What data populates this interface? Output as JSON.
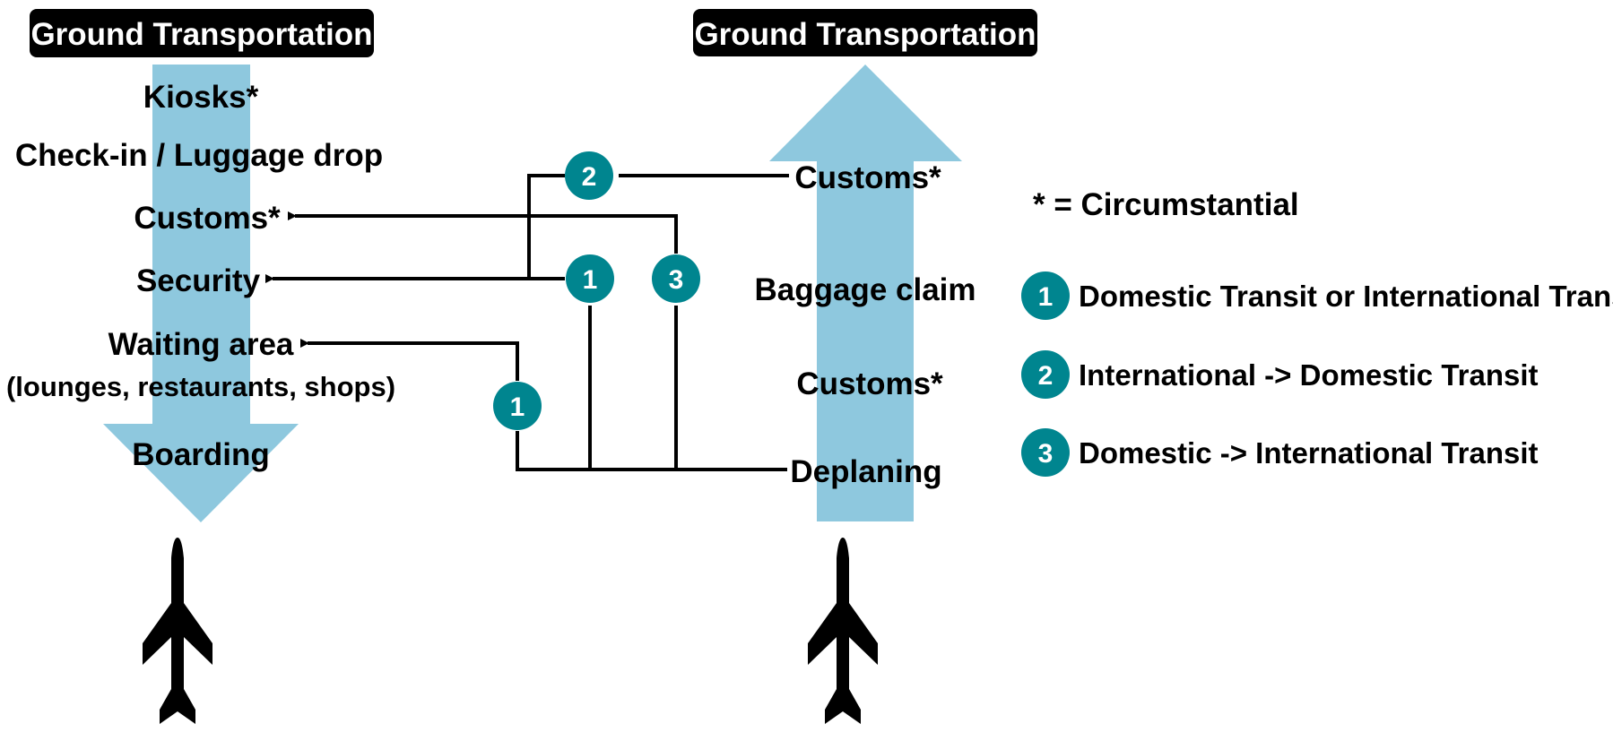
{
  "colors": {
    "flow_arrow": "#8EC8DE",
    "badge": "#00858F",
    "header_bg": "#000000",
    "text": "#000000"
  },
  "departure": {
    "header": "Ground Transportation",
    "steps": [
      {
        "id": "kiosks",
        "label": "Kiosks*"
      },
      {
        "id": "checkin",
        "label": "Check-in / Luggage drop"
      },
      {
        "id": "customs",
        "label": "Customs*"
      },
      {
        "id": "security",
        "label": "Security"
      },
      {
        "id": "waiting",
        "label": "Waiting area"
      },
      {
        "id": "waiting_sub",
        "label": "(lounges, restaurants, shops)"
      },
      {
        "id": "boarding",
        "label": "Boarding"
      }
    ],
    "icon": "airplane-icon"
  },
  "arrival": {
    "header": "Ground Transportation",
    "steps": [
      {
        "id": "customs_top",
        "label": "Customs*"
      },
      {
        "id": "baggage",
        "label": "Baggage claim"
      },
      {
        "id": "customs_bottom",
        "label": "Customs*"
      },
      {
        "id": "deplaning",
        "label": "Deplaning"
      }
    ],
    "icon": "airplane-icon"
  },
  "connectors": [
    {
      "badge": "2",
      "from": "arrival.customs_top",
      "to": "departure.security"
    },
    {
      "badge": "1",
      "from": "arrival.deplaning",
      "to": "departure.security"
    },
    {
      "badge": "3",
      "from": "arrival.deplaning",
      "to": "departure.customs"
    },
    {
      "badge": "1",
      "from": "arrival.deplaning",
      "to": "departure.waiting"
    }
  ],
  "legend": {
    "footnote": "* = Circumstantial",
    "items": [
      {
        "badge": "1",
        "label": "Domestic Transit or International Transit"
      },
      {
        "badge": "2",
        "label": "International -> Domestic Transit"
      },
      {
        "badge": "3",
        "label": "Domestic -> International Transit"
      }
    ]
  }
}
